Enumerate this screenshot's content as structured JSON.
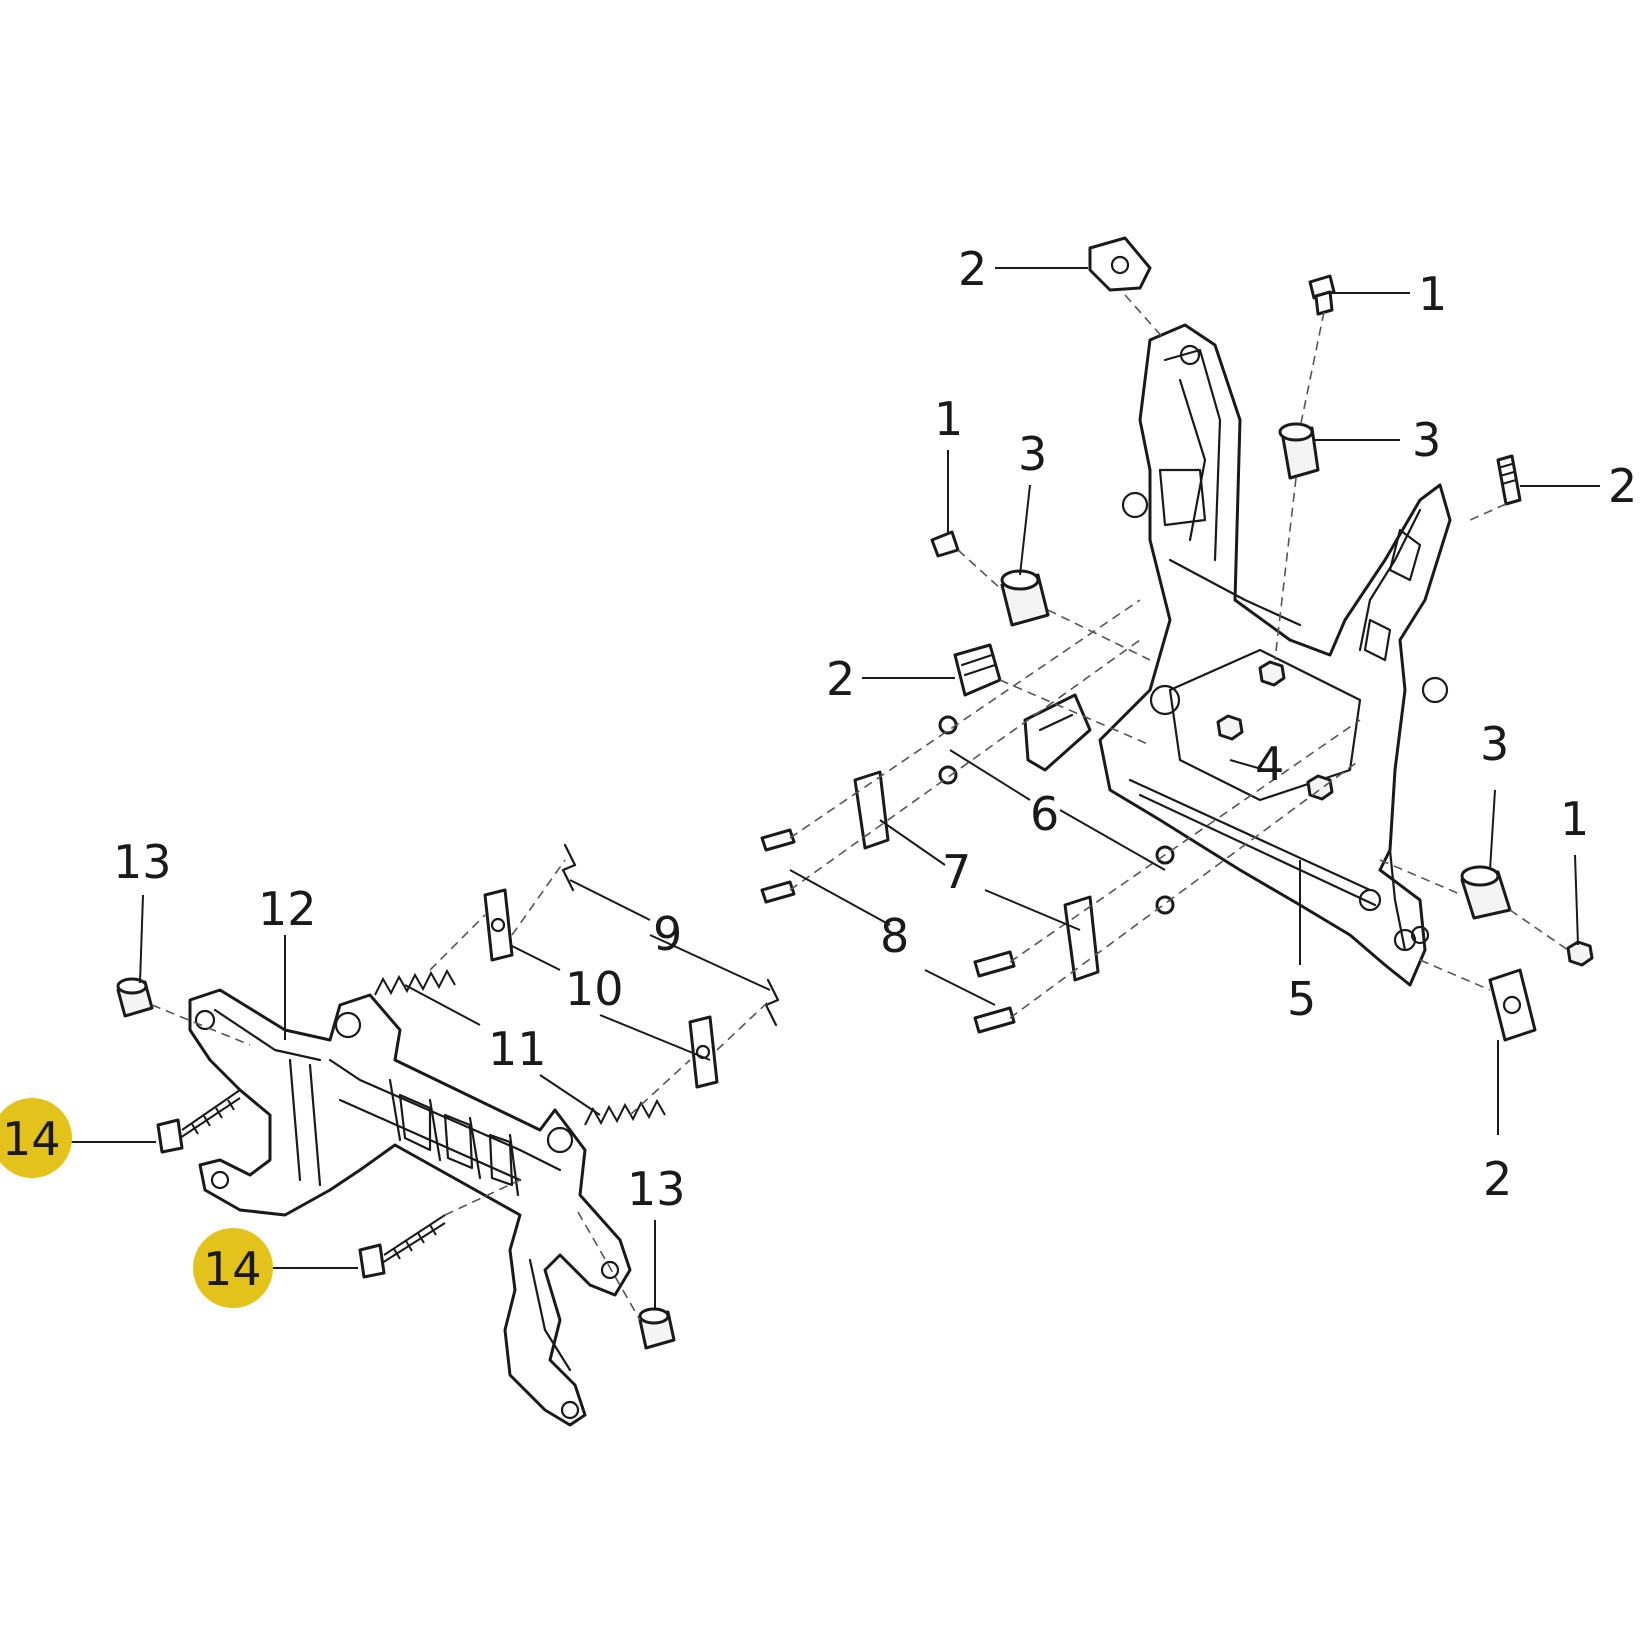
{
  "diagram": {
    "highlight_color": "#e3c21c",
    "callouts": [
      {
        "id": "c-2-top",
        "text": "2"
      },
      {
        "id": "c-1-top",
        "text": "1"
      },
      {
        "id": "c-1-left",
        "text": "1"
      },
      {
        "id": "c-3-left",
        "text": "3"
      },
      {
        "id": "c-3-mid",
        "text": "3"
      },
      {
        "id": "c-2-right",
        "text": "2"
      },
      {
        "id": "c-2-left",
        "text": "2"
      },
      {
        "id": "c-4",
        "text": "4"
      },
      {
        "id": "c-6",
        "text": "6"
      },
      {
        "id": "c-3-right",
        "text": "3"
      },
      {
        "id": "c-1-right",
        "text": "1"
      },
      {
        "id": "c-7",
        "text": "7"
      },
      {
        "id": "c-8",
        "text": "8"
      },
      {
        "id": "c-5",
        "text": "5"
      },
      {
        "id": "c-2-bottom",
        "text": "2"
      },
      {
        "id": "c-13-left",
        "text": "13"
      },
      {
        "id": "c-12",
        "text": "12"
      },
      {
        "id": "c-9",
        "text": "9"
      },
      {
        "id": "c-10",
        "text": "10"
      },
      {
        "id": "c-11",
        "text": "11"
      },
      {
        "id": "c-13-right",
        "text": "13"
      },
      {
        "id": "c-14-left",
        "text": "14",
        "highlighted": true
      },
      {
        "id": "c-14-bottom",
        "text": "14",
        "highlighted": true
      }
    ]
  }
}
